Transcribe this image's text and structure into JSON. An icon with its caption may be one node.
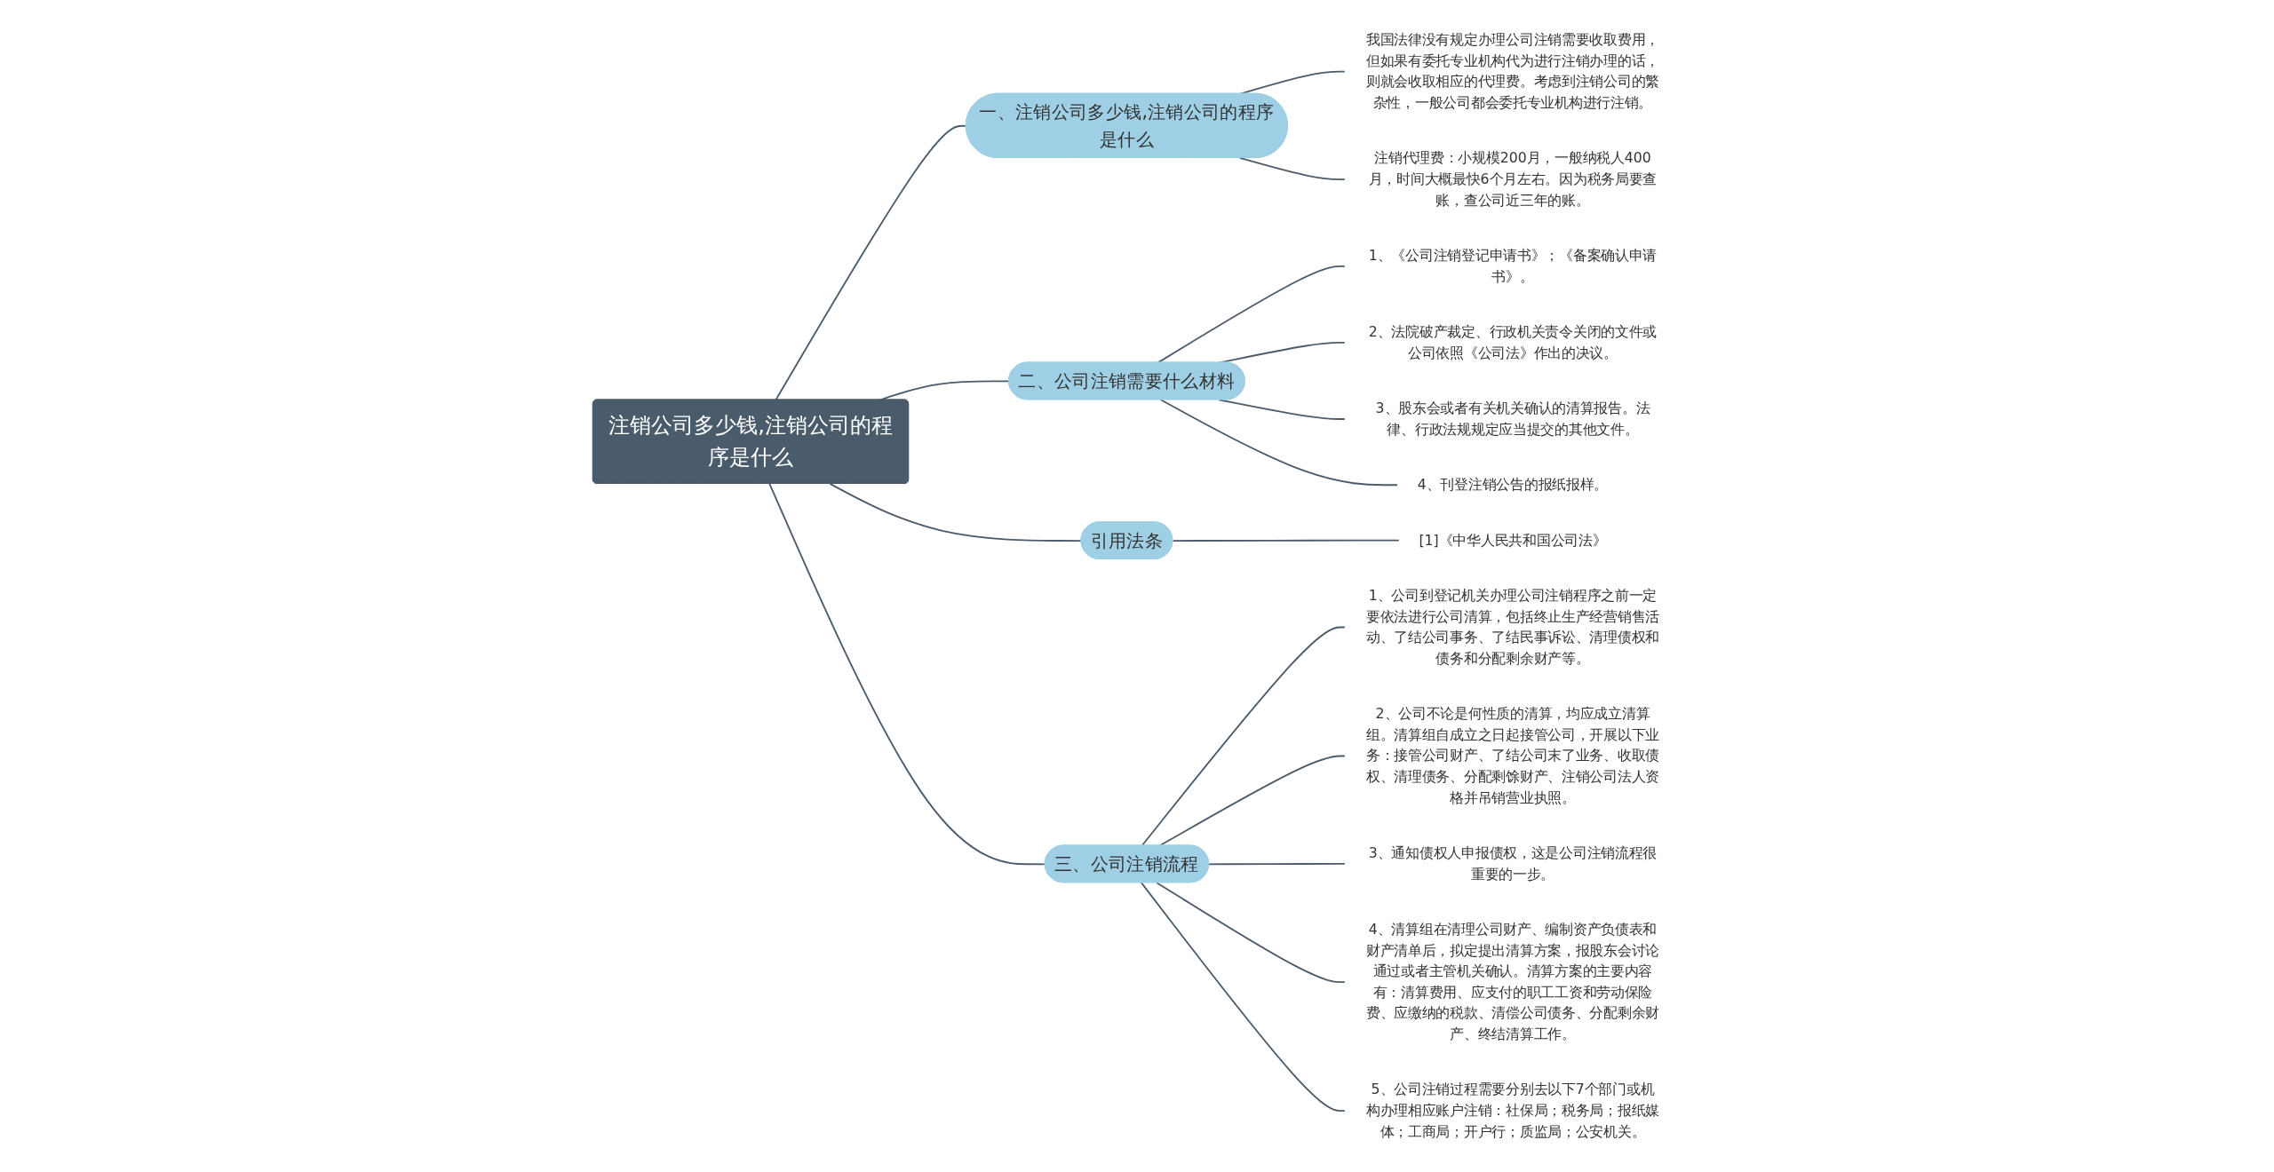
{
  "diagram": {
    "nodes": [
      {
        "text": [
          "注销公司多少钱,注销公司的程序是什么"
        ]
      },
      {
        "text": [
          "一、注销公司多少钱,注销公司的程序是什么"
        ]
      },
      {
        "text": [
          "我国法律没有规定办理公司注销需要收取费用，但如果有委托专业机构代为进行注销办理的话，则就会收取相应的代理费。考虑到注销公司的繁杂性，一般公司都会委托专业机构进行注销。"
        ]
      },
      {
        "text": [
          "注销代理费：小规模200月，一般纳税人400月，时间大概最快6个月左右。因为税务局要查账，查公司近三年的账。"
        ]
      },
      {
        "text": [
          "二、公司注销需要什么材料"
        ]
      },
      {
        "text": [
          "1、《公司注销登记申请书》；《备案确认申请书》。"
        ]
      },
      {
        "text": [
          "2、法院破产裁定、行政机关责令关闭的文件或公司依照《公司法》作出的决议。"
        ]
      },
      {
        "text": [
          "3、股东会或者有关机关确认的清算报告。法律、行政法规规定应当提交的其他文件。"
        ]
      },
      {
        "text": [
          "4、刊登注销公告的报纸报样。"
        ]
      },
      {
        "text": [
          "引用法条"
        ]
      },
      {
        "text": [
          "[1]《中华人民共和国公司法》"
        ]
      },
      {
        "text": [
          "三、公司注销流程"
        ]
      },
      {
        "text": [
          "1、公司到登记机关办理公司注销程序之前一定要依法进行公司清算，包括终止生产经营销售活动、了结公司事务、了结民事诉讼、清理债权和债务和分配剩余财产等。"
        ]
      },
      {
        "text": [
          "2、公司不论是何性质的清算，均应成立清算组。清算组自成立之日起接管公司，开展以下业务：接管公司财产、了结公司末了业务、收取债权、清理债务、分配剩馀财产、注销公司法人资格并吊销营业执照。"
        ]
      },
      {
        "text": [
          "3、通知债权人申报债权，这是公司注销流程很重要的一步。"
        ]
      },
      {
        "text": [
          "4、清算组在清理公司财产、编制资产负债表和财产清单后，拟定提出清算方案，报股东会讨论通过或者主管机关确认。清算方案的主要内容有：清算费用、应支付的职工工资和劳动保险费、应缴纳的税款、清偿公司债务、分配剩余财产、终结清算工作。"
        ]
      },
      {
        "text": [
          "5、公司注销过程需要分别去以下7个部门或机构办理相应账户注销：社保局；税务局；报纸媒体；工商局；开户行；质监局；公安机关。"
        ]
      }
    ],
    "edges": [
      {
        "from": 0,
        "to": 1,
        "arrow": "none"
      },
      {
        "from": 1,
        "to": 2,
        "arrow": "none"
      },
      {
        "from": 1,
        "to": 3,
        "arrow": "none"
      },
      {
        "from": 0,
        "to": 4,
        "arrow": "none"
      },
      {
        "from": 4,
        "to": 5,
        "arrow": "none"
      },
      {
        "from": 4,
        "to": 6,
        "arrow": "none"
      },
      {
        "from": 4,
        "to": 7,
        "arrow": "none"
      },
      {
        "from": 4,
        "to": 8,
        "arrow": "none"
      },
      {
        "from": 0,
        "to": 9,
        "arrow": "none"
      },
      {
        "from": 9,
        "to": 10,
        "arrow": "none"
      },
      {
        "from": 0,
        "to": 11,
        "arrow": "none"
      },
      {
        "from": 11,
        "to": 12,
        "arrow": "none"
      },
      {
        "from": 11,
        "to": 13,
        "arrow": "none"
      },
      {
        "from": 11,
        "to": 14,
        "arrow": "none"
      },
      {
        "from": 11,
        "to": 15,
        "arrow": "none"
      },
      {
        "from": 11,
        "to": 16,
        "arrow": "none"
      }
    ]
  }
}
